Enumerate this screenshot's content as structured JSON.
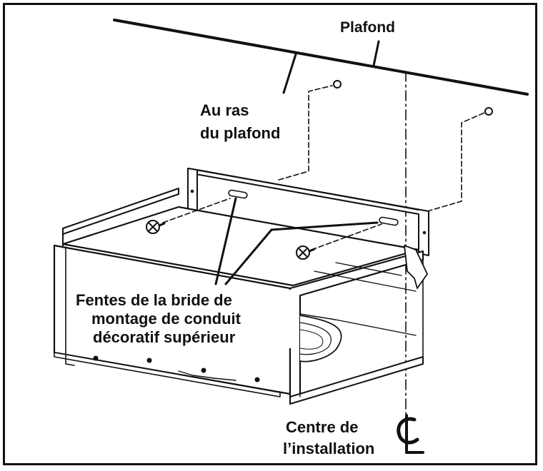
{
  "labels": {
    "ceiling": "Plafond",
    "flush_line1": "Au ras",
    "flush_line2": "du plafond",
    "slots_line1": "Fentes de la bride de",
    "slots_line2": "montage de conduit",
    "slots_line3": "décoratif supérieur",
    "center_line1": "Centre de",
    "center_line2": "l’installation"
  },
  "symbols": {
    "centerline": "centerline-symbol"
  }
}
